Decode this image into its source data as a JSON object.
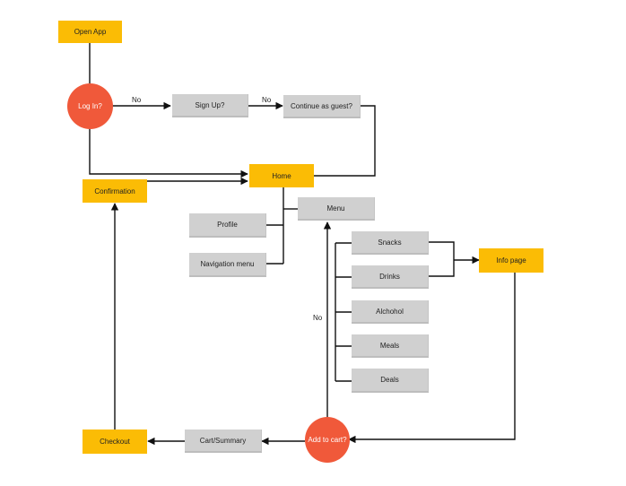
{
  "colors": {
    "process_node": "#fbbc05",
    "step_node": "#d0d0d0",
    "decision_node": "#f0593a",
    "connector": "#111111",
    "background": "#ffffff"
  },
  "nodes": {
    "open_app": "Open App",
    "log_in": "Log In?",
    "sign_up": "Sign Up?",
    "continue_guest": "Continue as guest?",
    "home": "Home",
    "confirmation": "Confirmation",
    "menu": "Menu",
    "profile": "Profile",
    "navigation_menu": "Navigation menu",
    "snacks": "Snacks",
    "drinks": "Drinks",
    "alchohol": "Alchohol",
    "meals": "Meals",
    "deals": "Deals",
    "info_page": "Info page",
    "add_to_cart": "Add to cart?",
    "cart_summary": "Cart/Summary",
    "checkout": "Checkout"
  },
  "edge_labels": {
    "login_no": "No",
    "signup_no": "No",
    "cart_no": "No"
  }
}
